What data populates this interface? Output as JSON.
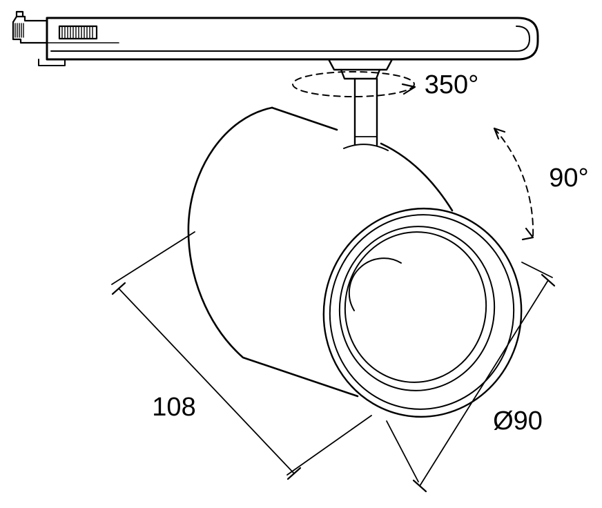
{
  "document": {
    "title": "Track spotlight technical dimension drawing",
    "background_color": "#ffffff",
    "line_color": "#000000"
  },
  "labels": {
    "pan_rotation": "350°",
    "tilt_rotation": "90°",
    "body_length": "108",
    "face_diameter": "Ø90"
  }
}
